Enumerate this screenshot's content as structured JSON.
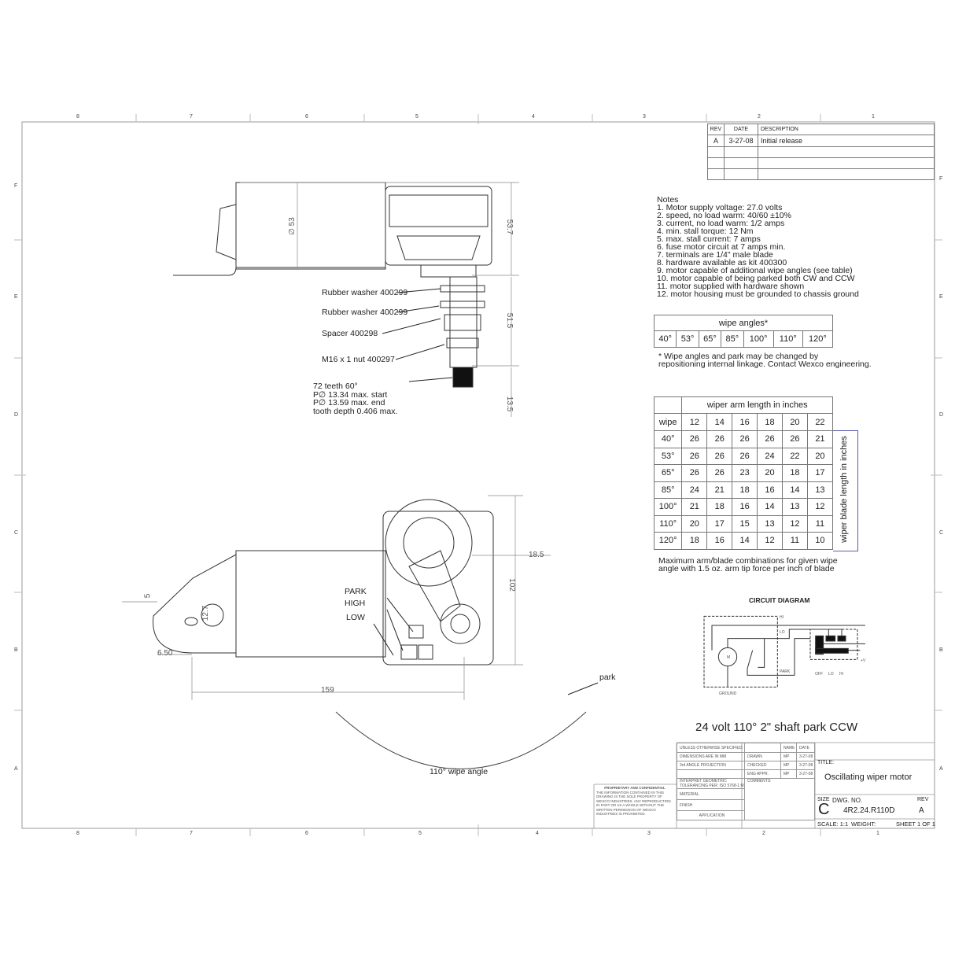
{
  "zones": {
    "cols": [
      "8",
      "7",
      "6",
      "5",
      "4",
      "3",
      "2",
      "1"
    ],
    "rows": [
      "F",
      "E",
      "D",
      "C",
      "B",
      "A"
    ]
  },
  "revision": {
    "headers": [
      "REV",
      "DATE",
      "DESCRIPTION"
    ],
    "rows": [
      [
        "A",
        "3-27-08",
        "Initial release"
      ]
    ]
  },
  "notes": {
    "title": "Notes",
    "items": [
      "1.   Motor supply voltage: 27.0 volts",
      "2.   speed, no load warm: 40/60 ±10%",
      "3.   current, no load warm: 1/2 amps",
      "4.   min. stall torque: 12 Nm",
      "5.   max. stall current: 7 amps",
      "6.   fuse motor circuit at 7 amps min.",
      "7.   terminals are 1/4\" male blade",
      "8.   hardware available as kit 400300",
      "9.   motor capable of additional wipe angles (see table)",
      "10.  motor capable of being parked both CW and CCW",
      "11.  motor supplied with hardware shown",
      "12.  motor housing must be grounded to chassis ground"
    ]
  },
  "wipe_angles": {
    "title": "wipe angles*",
    "values": [
      "40°",
      "53°",
      "65°",
      "85°",
      "100°",
      "110°",
      "120°"
    ],
    "footnote_1": "* Wipe angles and park may be changed by",
    "footnote_2": "repositioning internal linkage. Contact Wexco engineering."
  },
  "arm_table": {
    "title": "wiper arm length in inches",
    "corner": "wipe",
    "arm_lengths": [
      "12",
      "14",
      "16",
      "18",
      "20",
      "22"
    ],
    "side_label": "wiper blade length in inches",
    "rows": [
      {
        "angle": "40°",
        "values": [
          "26",
          "26",
          "26",
          "26",
          "26",
          "21"
        ]
      },
      {
        "angle": "53°",
        "values": [
          "26",
          "26",
          "26",
          "24",
          "22",
          "20"
        ]
      },
      {
        "angle": "65°",
        "values": [
          "26",
          "26",
          "23",
          "20",
          "18",
          "17"
        ]
      },
      {
        "angle": "85°",
        "values": [
          "24",
          "21",
          "18",
          "16",
          "14",
          "13"
        ]
      },
      {
        "angle": "100°",
        "values": [
          "21",
          "18",
          "16",
          "14",
          "13",
          "12"
        ]
      },
      {
        "angle": "110°",
        "values": [
          "20",
          "17",
          "15",
          "13",
          "12",
          "11"
        ]
      },
      {
        "angle": "120°",
        "values": [
          "18",
          "16",
          "14",
          "12",
          "11",
          "10"
        ]
      }
    ],
    "caption_1": "Maximum arm/blade combinations for given wipe",
    "caption_2": "angle with 1.5 oz. arm tip force per inch of blade"
  },
  "circuit": {
    "title": "CIRCUIT DIAGRAM",
    "labels": {
      "hi": "HI",
      "lo": "LO",
      "park": "PARK",
      "ground": "GROUND",
      "motor": "M",
      "off": "OFF",
      "lo2": "LO",
      "hi2": "HI",
      "plus_v": "+V"
    }
  },
  "callouts": {
    "washer1": "Rubber washer 400299",
    "washer2": "Rubber washer 400299",
    "spacer": "Spacer 400298",
    "nut": "M16 x 1 nut 400297",
    "gear_1": "72 teeth 60°",
    "gear_2": "P∅ 13.34 max. start",
    "gear_3": "P∅ 13.59 max. end",
    "gear_4": "tooth depth 0.406 max.",
    "park_term": "PARK",
    "high_term": "HIGH",
    "low_term": "LOW",
    "park_dir": "park",
    "wipe_angle": "110° wipe angle"
  },
  "dimensions": {
    "dia": "∅ 53",
    "h1": "53.7",
    "h2": "51.5",
    "h3": "13.5",
    "d1": "18.5",
    "d2": "102",
    "d3": "5",
    "d4": "12.7",
    "d5": "6.50",
    "d6": "159"
  },
  "headline": "24 volt 110° 2\" shaft park CCW",
  "title_block": {
    "unless": "UNLESS OTHERWISE SPECIFIED:",
    "dims": "DIMENSIONS ARE IN MM",
    "proj": "3rd ANGLE PROJECTION",
    "name_h": "NAME",
    "date_h": "DATE",
    "signoffs": [
      {
        "role": "DRAWN",
        "name": "MP",
        "date": "3-27-08"
      },
      {
        "role": "CHECKED",
        "name": "MP",
        "date": "3-27-08"
      },
      {
        "role": "ENG APPR.",
        "name": "MP",
        "date": "3-27-08"
      }
    ],
    "prop_title": "PROPRIETARY AND CONFIDENTIAL",
    "prop_text": "THE INFORMATION CONTAINED IN THIS DRAWING IS THE SOLE PROPERTY OF WEXCO INDUSTRIES. ANY REPRODUCTION IN PART OR AS A WHOLE WITHOUT THE WRITTEN PERMISSION OF WEXCO INDUSTRIES IS PROHIBITED.",
    "interpret": "INTERPRET GEOMETRIC TOLERANCING PER: ISO 5768-1 M",
    "material": "MATERIAL",
    "finish": "FINISH",
    "application": "APPLICATION",
    "comments": "COMMENTS:",
    "title_label": "TITLE:",
    "title": "Oscillating wiper motor",
    "size_label": "SIZE",
    "size": "C",
    "dwg_label": "DWG.  NO.",
    "dwg_no": "4R2.24.R110D",
    "rev_label": "REV",
    "rev": "A",
    "scale": "SCALE: 1:1",
    "weight": "WEIGHT:",
    "sheet": "SHEET 1 OF 1"
  }
}
